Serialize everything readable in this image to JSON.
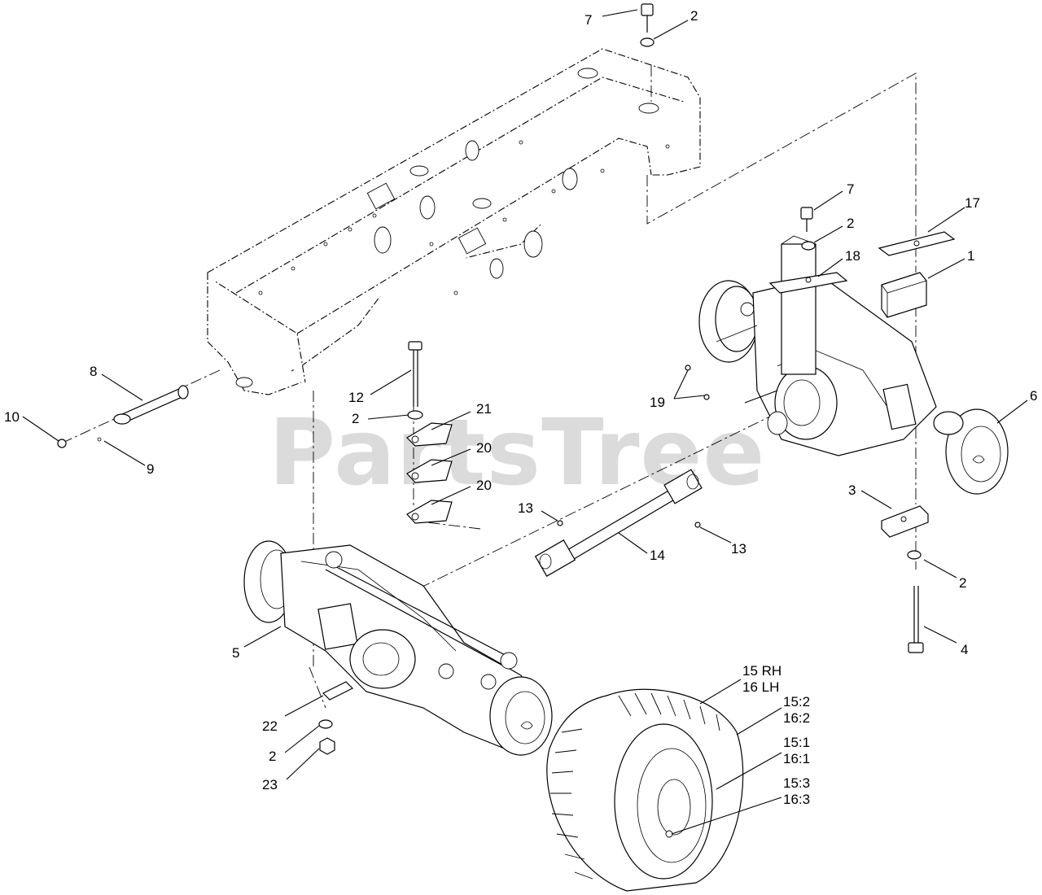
{
  "diagram": {
    "watermark": "PartsTree",
    "callouts": [
      {
        "id": "c7-top",
        "text": "7"
      },
      {
        "id": "c2-top",
        "text": "2"
      },
      {
        "id": "c7-right",
        "text": "7"
      },
      {
        "id": "c2-right",
        "text": "2"
      },
      {
        "id": "c17",
        "text": "17"
      },
      {
        "id": "c18",
        "text": "18"
      },
      {
        "id": "c1",
        "text": "1"
      },
      {
        "id": "c8",
        "text": "8"
      },
      {
        "id": "c10",
        "text": "10"
      },
      {
        "id": "c9",
        "text": "9"
      },
      {
        "id": "c12",
        "text": "12"
      },
      {
        "id": "c2-mid",
        "text": "2"
      },
      {
        "id": "c21",
        "text": "21"
      },
      {
        "id": "c20-a",
        "text": "20"
      },
      {
        "id": "c20-b",
        "text": "20"
      },
      {
        "id": "c19",
        "text": "19"
      },
      {
        "id": "c6",
        "text": "6"
      },
      {
        "id": "c13-left",
        "text": "13"
      },
      {
        "id": "c13-right",
        "text": "13"
      },
      {
        "id": "c14",
        "text": "14"
      },
      {
        "id": "c3",
        "text": "3"
      },
      {
        "id": "c2-lowright",
        "text": "2"
      },
      {
        "id": "c4",
        "text": "4"
      },
      {
        "id": "c5",
        "text": "5"
      },
      {
        "id": "c15rh",
        "text": "15 RH"
      },
      {
        "id": "c16lh",
        "text": "16 LH"
      },
      {
        "id": "c15-2",
        "text": "15:2"
      },
      {
        "id": "c16-2",
        "text": "16:2"
      },
      {
        "id": "c15-1",
        "text": "15:1"
      },
      {
        "id": "c16-1",
        "text": "16:1"
      },
      {
        "id": "c15-3",
        "text": "15:3"
      },
      {
        "id": "c16-3",
        "text": "16:3"
      },
      {
        "id": "c22",
        "text": "22"
      },
      {
        "id": "c2-low",
        "text": "2"
      },
      {
        "id": "c23",
        "text": "23"
      }
    ]
  }
}
